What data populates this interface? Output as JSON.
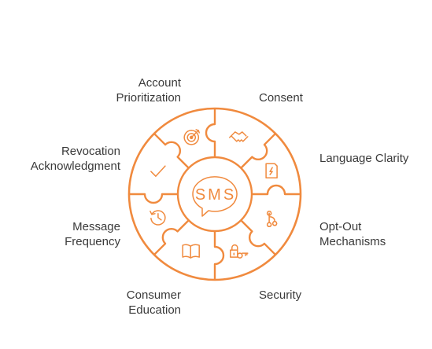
{
  "center": {
    "text": "SMS"
  },
  "accent_color": "#f08a3e",
  "segments": [
    {
      "name": "consent",
      "lines": [
        "Consent"
      ],
      "icon": "handshake-icon"
    },
    {
      "name": "language-clarity",
      "lines": [
        "Language Clarity"
      ],
      "icon": "document-icon"
    },
    {
      "name": "opt-out-mechanisms",
      "lines": [
        "Opt-Out",
        "Mechanisms"
      ],
      "icon": "branch-icon"
    },
    {
      "name": "security",
      "lines": [
        "Security"
      ],
      "icon": "lock-key-icon"
    },
    {
      "name": "consumer-education",
      "lines": [
        "Consumer",
        "Education"
      ],
      "icon": "book-icon"
    },
    {
      "name": "message-frequency",
      "lines": [
        "Message",
        "Frequency"
      ],
      "icon": "history-clock-icon"
    },
    {
      "name": "revocation-acknowledgment",
      "lines": [
        "Revocation",
        "Acknowledgment"
      ],
      "icon": "checkmark-icon"
    },
    {
      "name": "account-prioritization",
      "lines": [
        "Account",
        "Prioritization"
      ],
      "icon": "target-icon"
    }
  ]
}
